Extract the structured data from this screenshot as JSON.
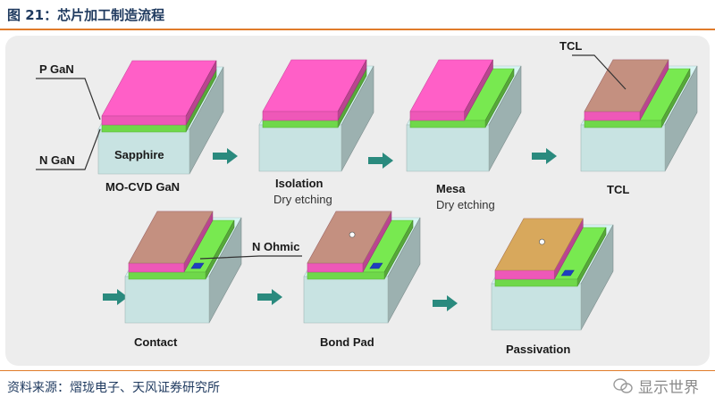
{
  "title": "图 21：芯片加工制造流程",
  "source": "资料来源：熠珑电子、天风证券研究所",
  "brand": "显示世界",
  "labels": {
    "p_gan": "P GaN",
    "n_gan": "N GaN",
    "sapphire": "Sapphire",
    "tcl_callout": "TCL",
    "n_ohmic": "N Ohmic"
  },
  "steps": [
    {
      "name": "MO-CVD GaN",
      "sub": ""
    },
    {
      "name": "Isolation",
      "sub": "Dry etching"
    },
    {
      "name": "Mesa",
      "sub": "Dry etching"
    },
    {
      "name": "TCL",
      "sub": ""
    },
    {
      "name": "Contact",
      "sub": ""
    },
    {
      "name": "Bond Pad",
      "sub": ""
    },
    {
      "name": "Passivation",
      "sub": ""
    }
  ],
  "colors": {
    "title": "#1f3a5f",
    "accent_rule": "#e07b2a",
    "panel": "#ededed",
    "pink": "#ee58b8",
    "green": "#6fd84a",
    "substrate": "#c8e3e2",
    "tcl": "#c49080",
    "arrow": "#2a8a7e"
  }
}
